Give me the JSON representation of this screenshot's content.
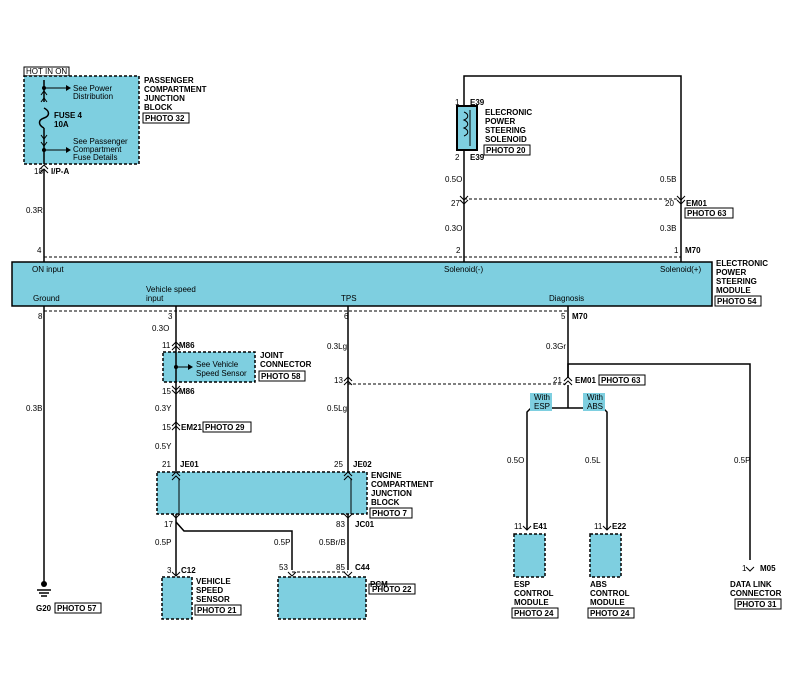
{
  "power_box": {
    "hot_label": "HOT IN ON",
    "title_lines": [
      "PASSENGER",
      "COMPARTMENT",
      "JUNCTION",
      "BLOCK"
    ],
    "photo": "PHOTO 32",
    "fuse_lines": [
      "FUSE 4",
      "10A"
    ],
    "ref_top_lines": [
      "See Power",
      "Distribution"
    ],
    "ref_bottom_lines": [
      "See Passenger",
      "Compartment",
      "Fuse Details"
    ],
    "pin": "18",
    "connector": "I/P-A",
    "wire": "0.3R"
  },
  "solenoid": {
    "title_lines": [
      "ELECRONIC",
      "POWER",
      "STEERING",
      "SOLENOID"
    ],
    "photo": "PHOTO 20",
    "pin_top": "1",
    "pin_bottom": "2",
    "connector": "E39",
    "wire_left": "0.5O",
    "wire_right": "0.5B",
    "em01_pin_left": "27",
    "em01_pin_right": "20",
    "em01_label": "EM01",
    "em01_photo": "PHOTO 63",
    "wire_left_lower": "0.3O",
    "wire_right_lower": "0.3B"
  },
  "module": {
    "connector": "M70",
    "title_lines": [
      "ELECTRONIC",
      "POWER",
      "STEERING",
      "MODULE"
    ],
    "photo": "PHOTO 54",
    "top_pins": [
      "4",
      "2",
      "1"
    ],
    "bottom_pins": [
      "8",
      "3",
      "6",
      "5"
    ],
    "bottom_connector": "M70",
    "inputs": {
      "on_input": "ON input",
      "solenoid_minus": "Solenoid(-)",
      "solenoid_plus": "Solenoid(+)",
      "ground": "Ground",
      "vehicle_speed_lines": [
        "Vehicle speed",
        "input"
      ],
      "tps": "TPS",
      "diagnosis": "Diagnosis"
    }
  },
  "ground": {
    "wire": "0.3B",
    "label": "G20",
    "photo": "PHOTO 57"
  },
  "joint": {
    "wire_top": "0.3O",
    "pin_top": "11",
    "connector": "M86",
    "ref_lines": [
      "See Vehicle",
      "Speed Sensor"
    ],
    "title_lines": [
      "JOINT",
      "CONNECTOR"
    ],
    "photo": "PHOTO 58",
    "pin_bottom": "15",
    "wire_y": "0.3Y",
    "em21_pin": "15",
    "em21_label": "EM21",
    "em21_photo": "PHOTO 29",
    "wire_y2": "0.5Y"
  },
  "tps": {
    "wire1": "0.3Lg",
    "pin_mid": "13",
    "wire2": "0.5Lg",
    "pin_je02": "25",
    "je02": "JE02"
  },
  "engine_block": {
    "pin_je01": "21",
    "je01": "JE01",
    "title_lines": [
      "ENGINE",
      "COMPARTMENT",
      "JUNCTION",
      "BLOCK"
    ],
    "photo": "PHOTO 7",
    "pin_left_bottom": "17",
    "pin_right_bottom": "83",
    "jc01": "JC01"
  },
  "diagnosis": {
    "wire": "0.3Gr",
    "pin": "21",
    "em01": "EM01",
    "photo": "PHOTO 63",
    "with_esp_lines": [
      "With",
      "ESP"
    ],
    "with_abs_lines": [
      "With",
      "ABS"
    ]
  },
  "vss": {
    "wire": "0.5P",
    "pin": "3",
    "connector": "C12",
    "title_lines": [
      "VEHICLE",
      "SPEED",
      "SENSOR"
    ],
    "photo": "PHOTO 21"
  },
  "pcm": {
    "wire_left": "0.5P",
    "wire_right": "0.5Br/B",
    "pin_left": "53",
    "pin_right": "85",
    "connector": "C44",
    "label": "PCM",
    "photo": "PHOTO 22"
  },
  "esp": {
    "wire": "0.5O",
    "pin": "11",
    "connector": "E41",
    "title_lines": [
      "ESP",
      "CONTROL",
      "MODULE"
    ],
    "photo": "PHOTO 24"
  },
  "abs": {
    "wire": "0.5L",
    "pin": "11",
    "connector": "E22",
    "title_lines": [
      "ABS",
      "CONTROL",
      "MODULE"
    ],
    "photo": "PHOTO 24"
  },
  "dlc": {
    "wire": "0.5P",
    "pin": "1",
    "connector": "M05",
    "title_lines": [
      "DATA LINK",
      "CONNECTOR"
    ],
    "photo": "PHOTO 31"
  },
  "colors": {
    "fill": "#7ecfe0",
    "line": "#000000"
  }
}
